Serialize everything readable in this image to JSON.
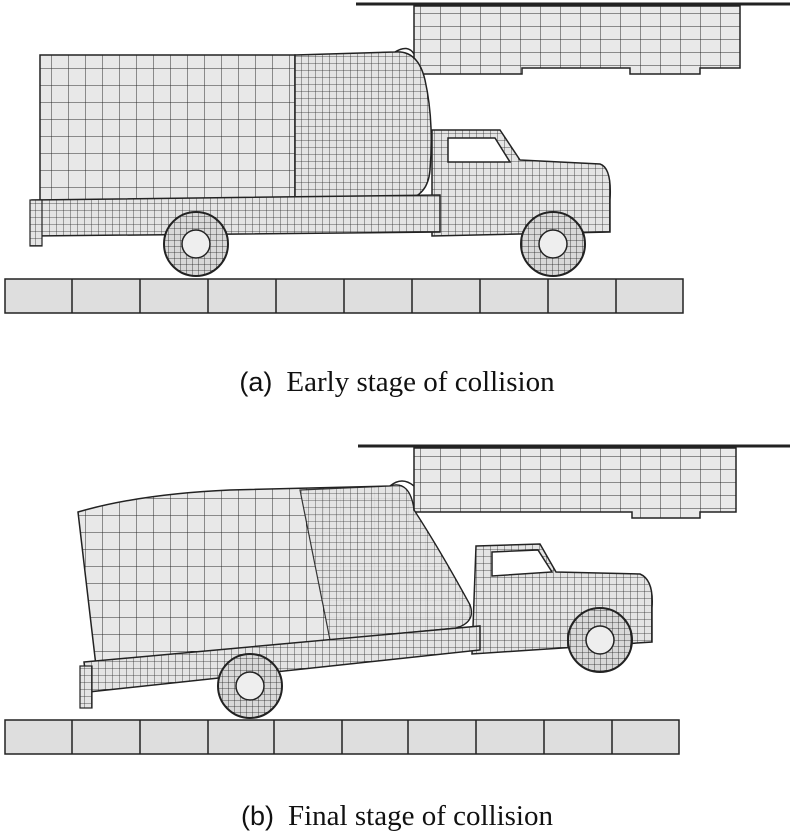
{
  "figure": {
    "panels": [
      {
        "tag": "(a)",
        "caption": "Early stage of collision"
      },
      {
        "tag": "(b)",
        "caption": "Final stage of collision"
      }
    ]
  },
  "colors": {
    "mesh_line": "#2a2a2a",
    "mesh_fill": "#e6e6e6",
    "road_fill": "#dedede",
    "background": "#ffffff"
  }
}
